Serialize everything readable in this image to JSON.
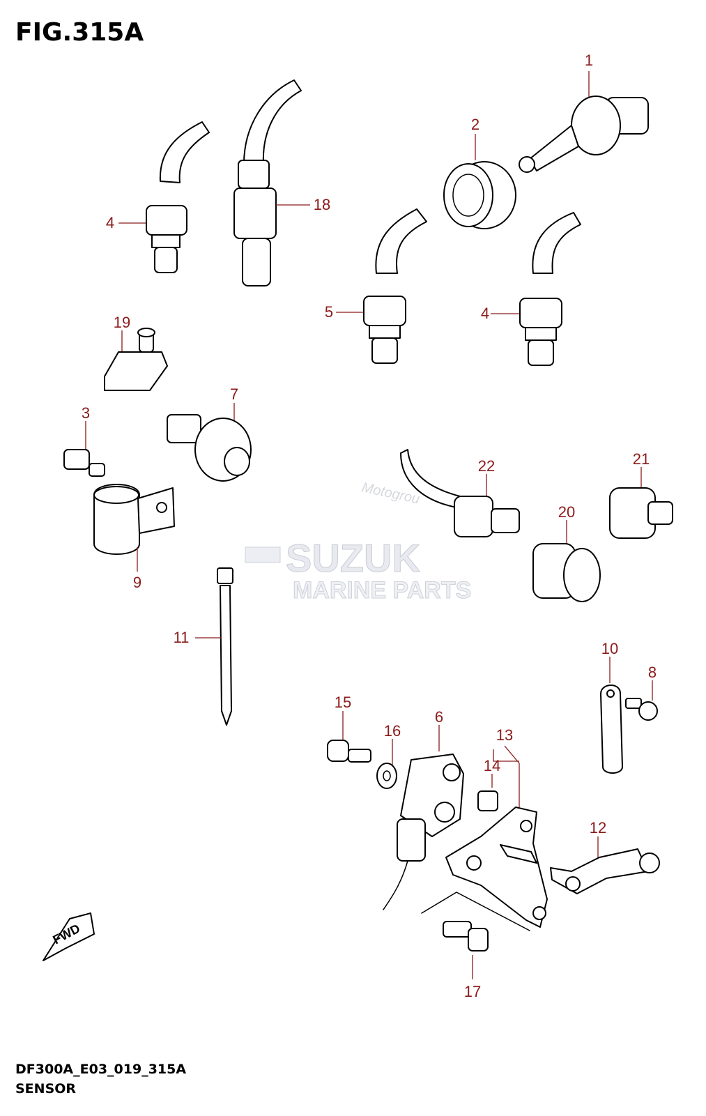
{
  "figure": {
    "title": "FIG.315A",
    "footer_code": "DF300A_E03_019_315A",
    "footer_name": "SENSOR"
  },
  "watermark": {
    "brand": "SUZUK",
    "subtitle": "MARINE PARTS",
    "site": "Motogrou"
  },
  "fwd_label": "FWD",
  "callouts": {
    "c1": "1",
    "c2": "2",
    "c3": "3",
    "c4a": "4",
    "c4b": "4",
    "c5": "5",
    "c6": "6",
    "c7": "7",
    "c8": "8",
    "c9": "9",
    "c10": "10",
    "c11": "11",
    "c12": "12",
    "c13": "13",
    "c14": "14",
    "c15": "15",
    "c16": "16",
    "c17": "17",
    "c18": "18",
    "c19": "19",
    "c20": "20",
    "c21": "21",
    "c22": "22"
  }
}
